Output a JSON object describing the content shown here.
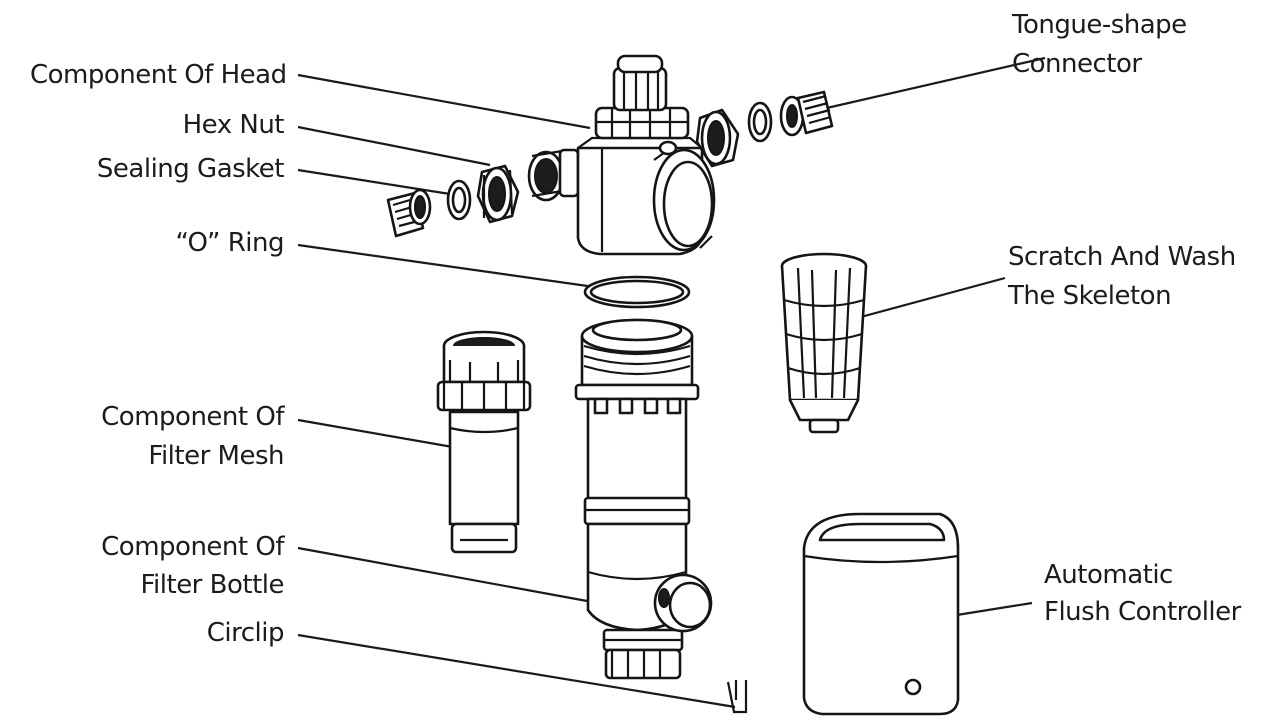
{
  "labels": {
    "component_of_head": "Component Of Head",
    "hex_nut": "Hex Nut",
    "sealing_gasket": "Sealing Gasket",
    "o_ring": "“O” Ring",
    "filter_mesh_1": "Component Of",
    "filter_mesh_2": "Filter Mesh",
    "filter_bottle_1": "Component Of",
    "filter_bottle_2": "Filter Bottle",
    "circlip": "Circlip",
    "tongue_1": "Tongue-shape",
    "tongue_2": "Connector",
    "skeleton_1": "Scratch And Wash",
    "skeleton_2": "The Skeleton",
    "flush_1": "Automatic",
    "flush_2": "Flush Controller"
  }
}
